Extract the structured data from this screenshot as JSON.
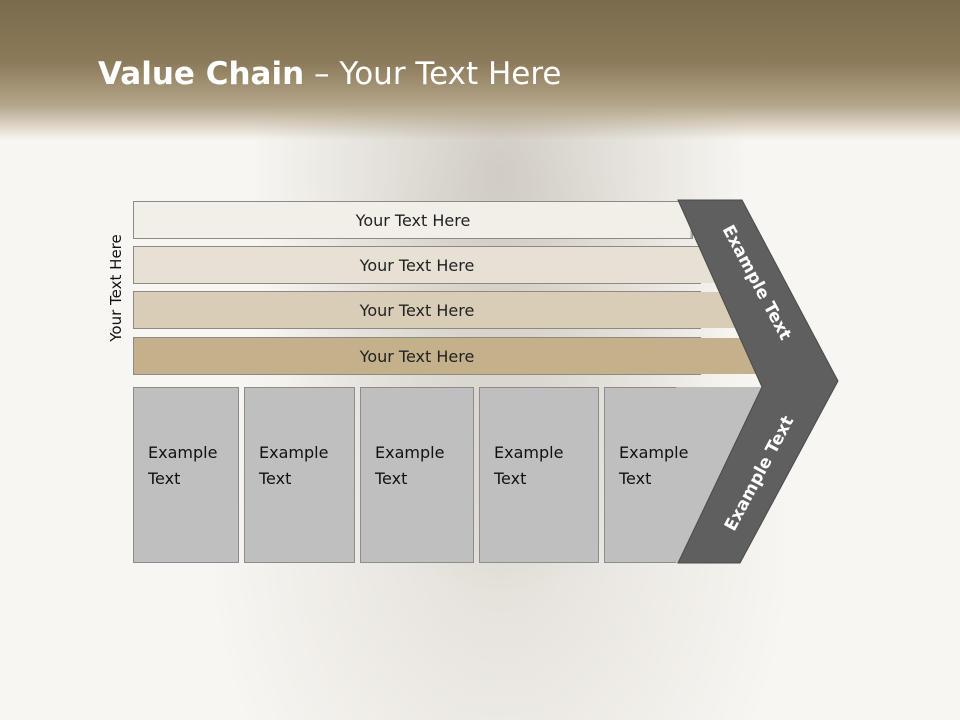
{
  "slide": {
    "title_bold": "Value Chain",
    "title_rest": " – Your Text Here",
    "side_label": "Your Text Here"
  },
  "bars": [
    {
      "label": "Your Text Here",
      "color": "#f2efe9"
    },
    {
      "label": "Your Text Here",
      "color": "#e7e0d4"
    },
    {
      "label": "Your Text Here",
      "color": "#d9cdb7"
    },
    {
      "label": "Your Text Here",
      "color": "#c4b18c"
    }
  ],
  "columns": [
    {
      "line1": "Example",
      "line2": "Text"
    },
    {
      "line1": "Example",
      "line2": "Text"
    },
    {
      "line1": "Example",
      "line2": "Text"
    },
    {
      "line1": "Example",
      "line2": "Text"
    },
    {
      "line1": "Example",
      "line2": "Text"
    }
  ],
  "chevron": {
    "upper_label": "Example Text",
    "lower_label": "Example Text",
    "color": "#5f5f5f"
  }
}
